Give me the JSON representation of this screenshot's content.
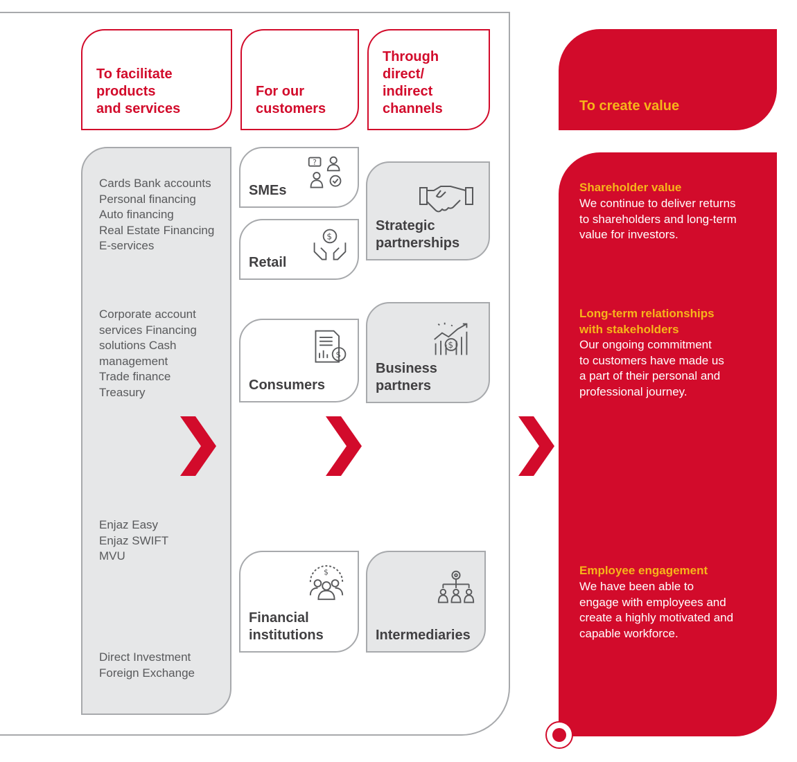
{
  "headers": {
    "products": "To facilitate\nproducts\nand services",
    "customers": "For our\ncustomers",
    "channels": "Through\ndirect/\nindirect\nchannels",
    "value": "To create value"
  },
  "products": [
    "Cards Bank accounts\nPersonal financing\nAuto financing\nReal Estate Financing\nE-services",
    "Corporate account\nservices Financing\nsolutions Cash\nmanagement\nTrade finance\nTreasury",
    "Enjaz Easy\nEnjaz SWIFT\nMVU",
    "Direct Investment\nForeign Exchange"
  ],
  "customers": {
    "smes": "SMEs",
    "retail": "Retail",
    "consumers": "Consumers",
    "financial": "Financial\ninstitutions"
  },
  "channels": {
    "strategic": "Strategic\npartnerships",
    "business": "Business\npartners",
    "intermediaries": "Intermediaries"
  },
  "value": [
    {
      "title": "Shareholder value",
      "text": "We continue to deliver returns\nto shareholders and long-term\nvalue for investors."
    },
    {
      "title": "Long-term relationships\nwith stakeholders",
      "text": "Our ongoing commitment\nto customers have made us\na part of their personal and\nprofessional journey."
    },
    {
      "title": "Employee engagement",
      "text": "We have been able to\nengage with employees and\ncreate a highly motivated and\ncapable workforce."
    }
  ],
  "colors": {
    "red": "#d20b2b",
    "yellow": "#f6b51a",
    "grey": "#e6e7e8",
    "border": "#a7a9ac",
    "text": "#414042"
  },
  "icons": [
    "chat-people-icon",
    "hands-coin-icon",
    "document-dollar-icon",
    "people-group-icon",
    "handshake-icon",
    "growth-chart-icon",
    "hierarchy-icon",
    "chevron-right-icon",
    "target-icon"
  ]
}
